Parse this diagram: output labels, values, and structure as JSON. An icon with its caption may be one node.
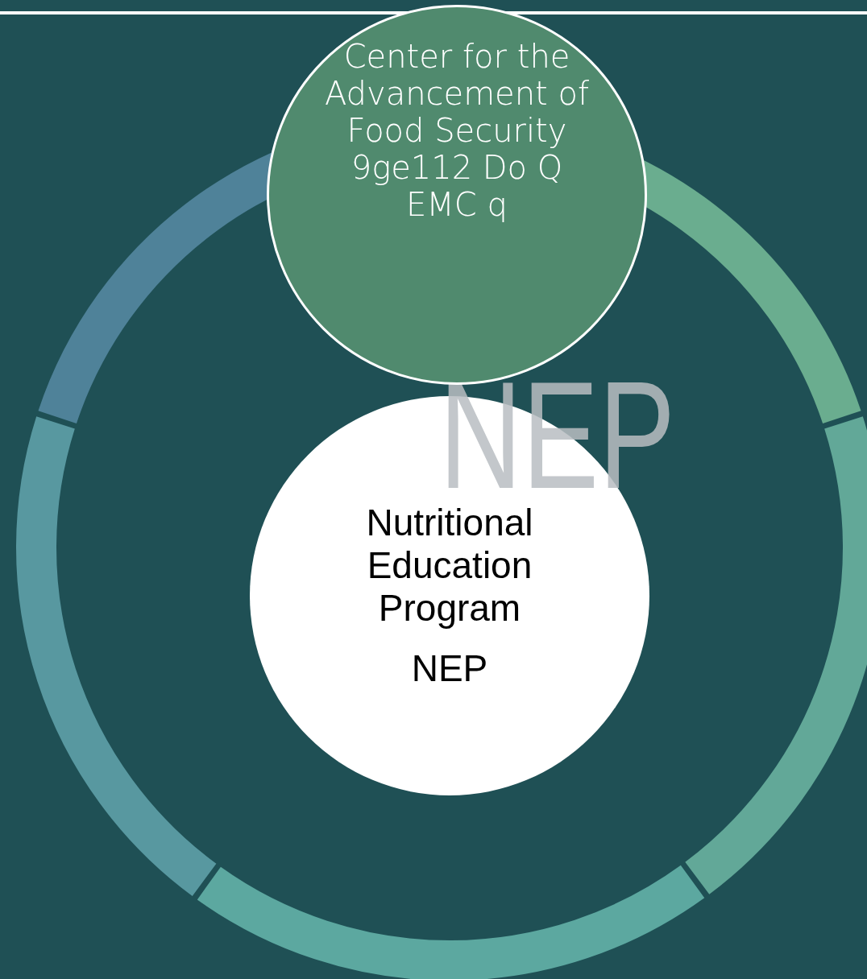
{
  "diagram": {
    "nodes": [
      {
        "text": [
          "Center for the Advancement of Food Security 9ge112 Do Q EMC q"
        ]
      },
      {
        "text": [
          "Nutritional Education Program",
          "NEP"
        ]
      }
    ],
    "labels": [
      "NEP"
    ]
  }
}
